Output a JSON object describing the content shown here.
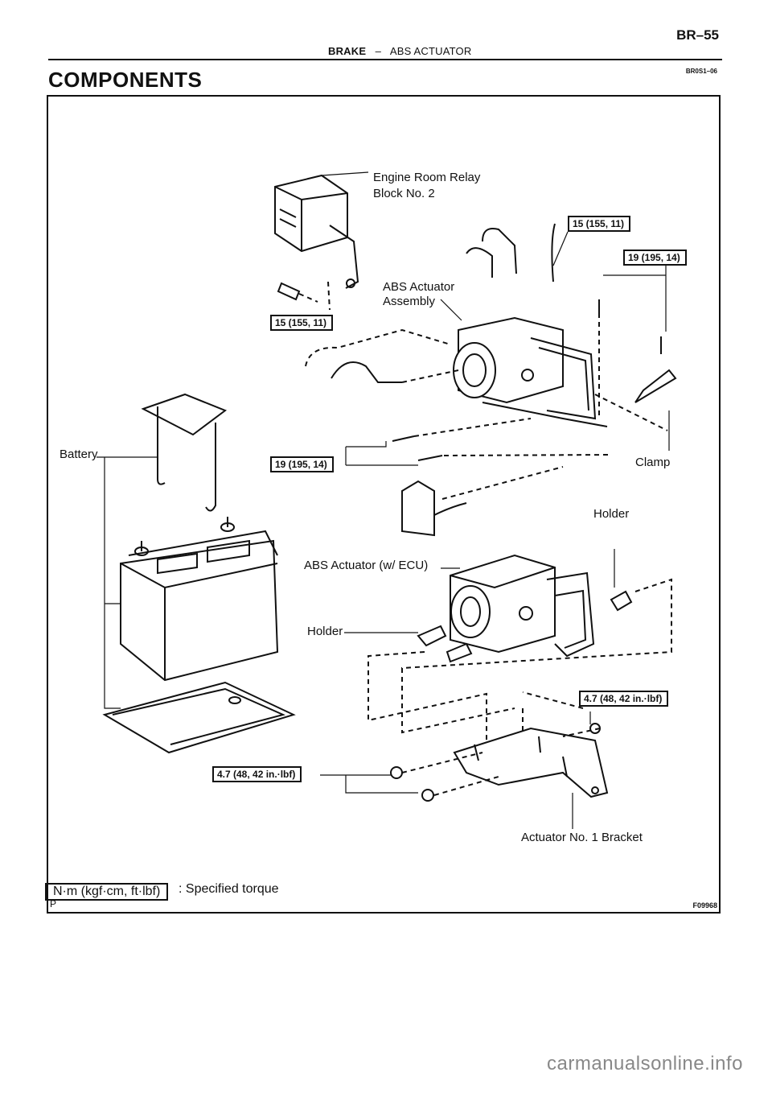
{
  "header": {
    "page_id": "BR–55",
    "section": "BRAKE",
    "separator": "–",
    "subsection": "ABS ACTUATOR",
    "doc_code": "BR0S1–06"
  },
  "title": "COMPONENTS",
  "labels": {
    "relay_block_line1": "Engine Room Relay",
    "relay_block_line2": "Block No. 2",
    "abs_actuator_line1": "ABS Actuator",
    "abs_actuator_line2": "Assembly",
    "battery": "Battery",
    "clamp": "Clamp",
    "holder_right": "Holder",
    "abs_actuator_ecu": "ABS Actuator (w/ ECU)",
    "holder_left": "Holder",
    "bracket": "Actuator No. 1 Bracket"
  },
  "torque_specs": {
    "relay_block_bolt": "15 (155, 11)",
    "brake_tube_top": "15 (155, 11)",
    "bracket_bolts_right": "19 (195, 14)",
    "bracket_bolts_left": "19 (195, 14)",
    "holder_nut": "4.7 (48, 42 in.·lbf)",
    "bracket_nuts": "4.7 (48, 42 in.·lbf)"
  },
  "legend": {
    "box": "N·m (kgf·cm, ft·lbf)",
    "text": ": Specified torque"
  },
  "footer": {
    "corner": "P",
    "figure_no": "F09968",
    "watermark": "carmanualsonline.info"
  }
}
